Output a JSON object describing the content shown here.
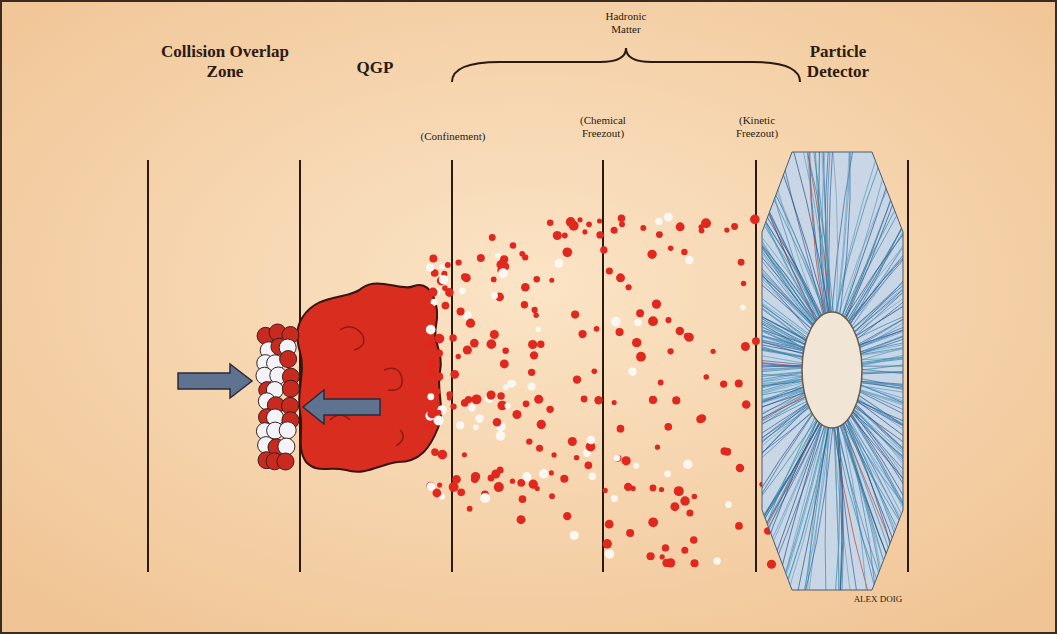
{
  "diagram": {
    "labels": [
      "Collision Overlap Zone",
      "QGP",
      "Hadronic Matter",
      "(Confinement)",
      "(Chemical Freezout)",
      "(Kinetic Freezout)",
      "Particle Detector",
      "ALEX DOIG"
    ]
  }
}
